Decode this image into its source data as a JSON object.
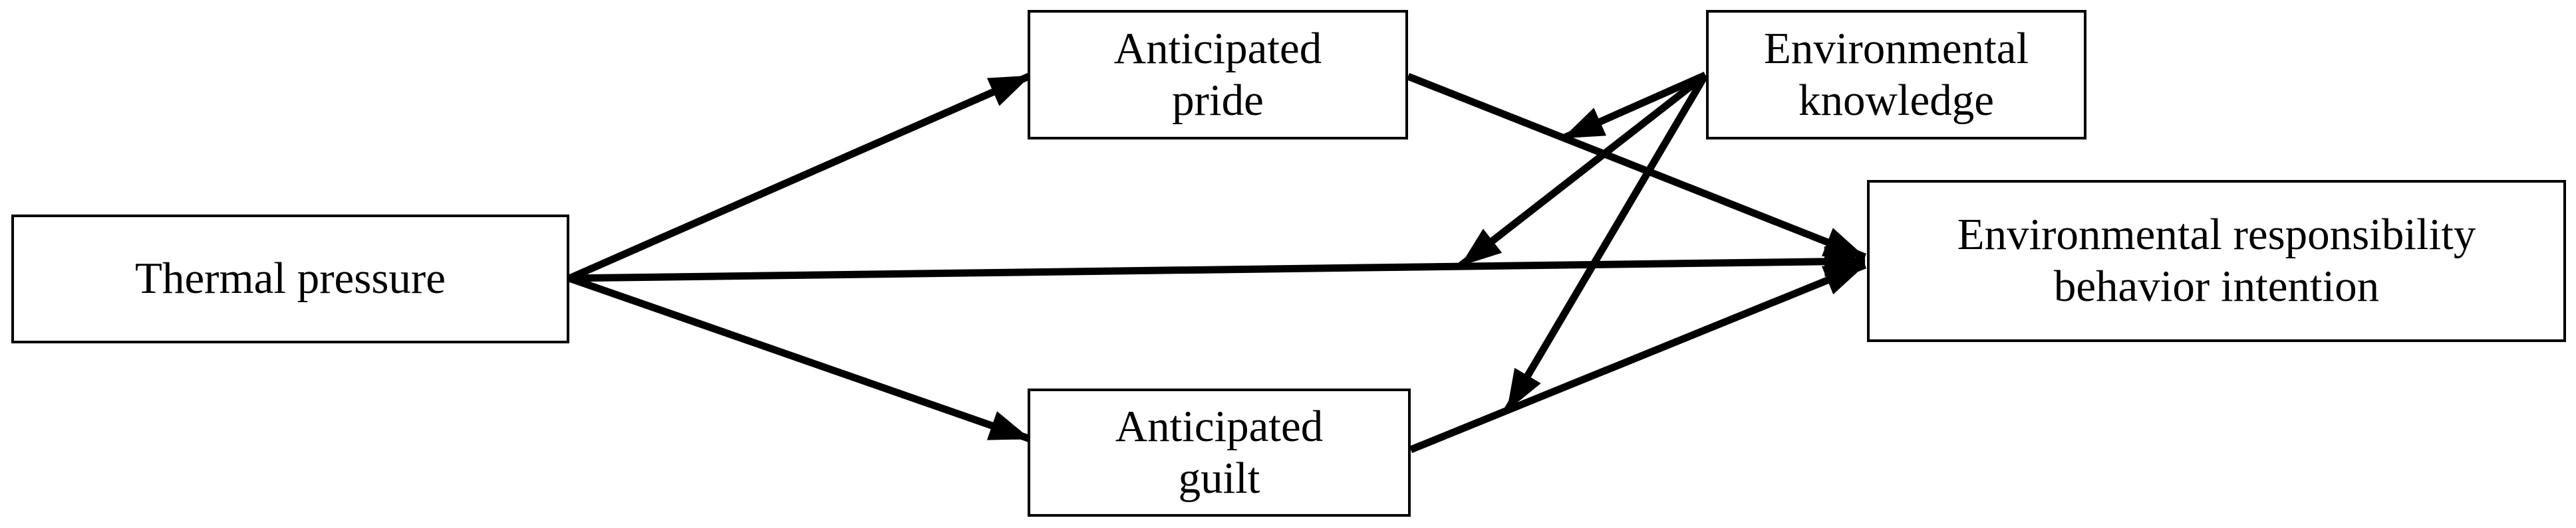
{
  "diagram": {
    "nodes": {
      "thermal": {
        "label": "Thermal pressure"
      },
      "pride": {
        "label": "Anticipated pride"
      },
      "guilt": {
        "label": "Anticipated guilt"
      },
      "knowledge": {
        "label": "Environmental knowledge"
      },
      "intention": {
        "label": "Environmental responsibility behavior intention"
      }
    },
    "edges": [
      {
        "from": "thermal",
        "to": "pride",
        "type": "direct-path"
      },
      {
        "from": "thermal",
        "to": "guilt",
        "type": "direct-path"
      },
      {
        "from": "thermal",
        "to": "intention",
        "type": "direct-path"
      },
      {
        "from": "pride",
        "to": "intention",
        "type": "direct-path"
      },
      {
        "from": "guilt",
        "to": "intention",
        "type": "direct-path"
      },
      {
        "from": "knowledge",
        "to": "path:pride-intention",
        "type": "moderation"
      },
      {
        "from": "knowledge",
        "to": "path:thermal-intention",
        "type": "moderation"
      },
      {
        "from": "knowledge",
        "to": "path:guilt-intention",
        "type": "moderation"
      }
    ],
    "colors": {
      "line": "#000000",
      "box_border": "#000000",
      "box_fill": "#ffffff",
      "text": "#000000",
      "background": "#ffffff"
    }
  }
}
